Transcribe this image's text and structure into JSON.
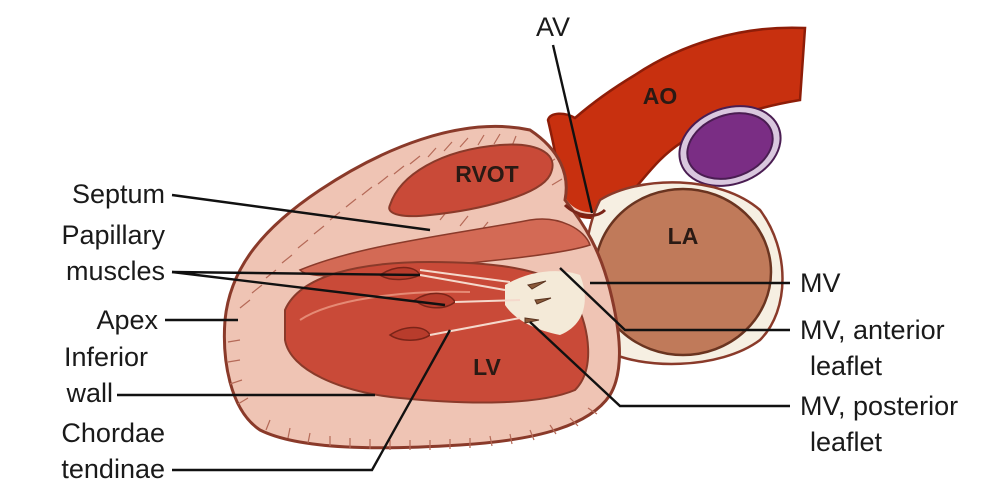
{
  "labels": {
    "av": "AV",
    "ao": "AO",
    "rvot": "RVOT",
    "la": "LA",
    "lv": "LV",
    "septum": "Septum",
    "papillary_1": "Papillary",
    "papillary_2": "muscles",
    "apex": "Apex",
    "inferior_1": "Inferior",
    "inferior_2": "wall",
    "chordae_1": "Chordae",
    "chordae_2": "tendinae",
    "mv": "MV",
    "mv_anterior_1": "MV, anterior",
    "mv_anterior_2": "leaflet",
    "mv_posterior_1": "MV, posterior",
    "mv_posterior_2": "leaflet"
  },
  "colors": {
    "aorta": "#c8300f",
    "aorta_dark": "#8e1d08",
    "muscle_light": "#efc4b4",
    "chamber_red": "#c94a38",
    "chamber_mid": "#d36a55",
    "left_atrium": "#c07a5a",
    "la_fill": "#f6efe2",
    "pulmonary": "#7a2d84",
    "outline": "#8a3a2a"
  }
}
